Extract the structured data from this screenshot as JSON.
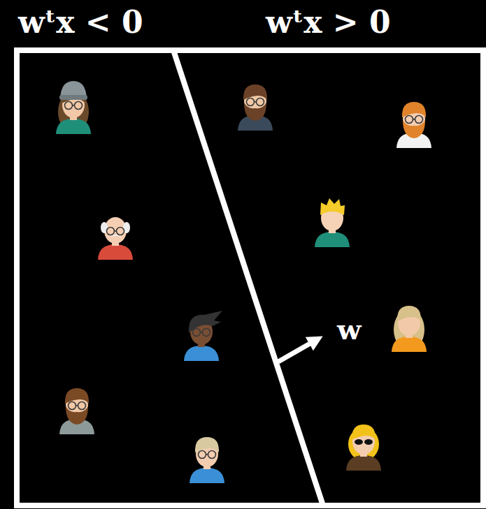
{
  "diagram": {
    "labels": [
      "wᵗx < 0",
      "wᵗx > 0",
      "w"
    ]
  }
}
